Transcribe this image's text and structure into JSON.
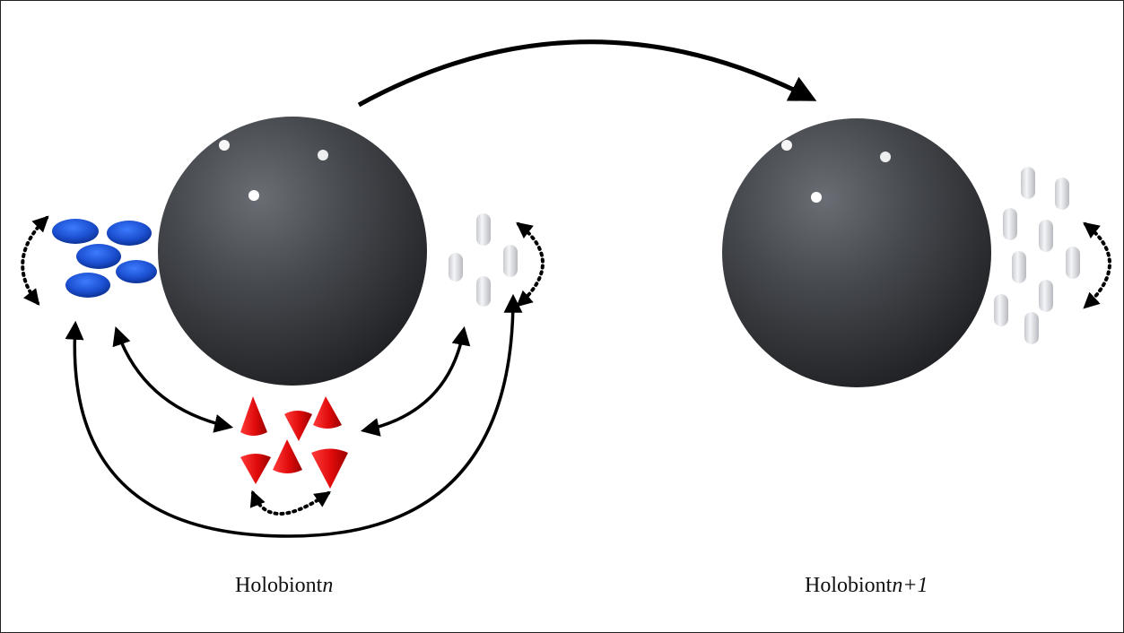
{
  "labels": {
    "holobiont_n_word": "Holobiont",
    "holobiont_n_var": "n",
    "holobiont_n1_word": "Holobiont",
    "holobiont_n1_var": "n+1"
  },
  "colors": {
    "host_sphere": "#3f4247",
    "blue_microbes": "#1e56d6",
    "red_microbes": "#e80f0f",
    "white_microbes": "#dcdde2",
    "arrows": "#000000"
  },
  "icons": {
    "host": "dark-sphere",
    "microbe_a": "blue-disc",
    "microbe_b": "red-cone",
    "microbe_c": "white-capsule"
  }
}
